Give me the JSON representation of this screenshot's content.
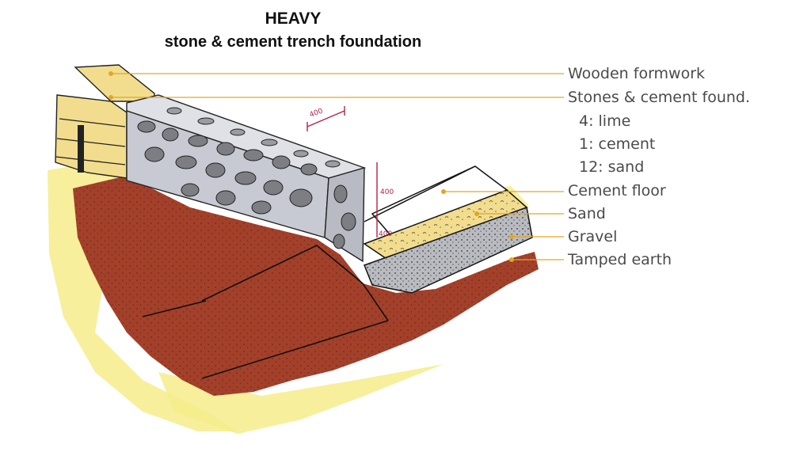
{
  "title": {
    "line1": "HEAVY",
    "line2": "stone & cement trench foundation"
  },
  "labels": {
    "wooden_formwork": "Wooden formwork",
    "stones_cement": "Stones & cement found.",
    "mix_lime": "4: lime",
    "mix_cement": "1: cement",
    "mix_sand": "12: sand",
    "cement_floor": "Cement floor",
    "sand": "Sand",
    "gravel": "Gravel",
    "tamped_earth": "Tamped earth"
  },
  "dimensions": {
    "width_mark": "400",
    "floor_height_mark": "400",
    "depth_mark": "400"
  },
  "colors": {
    "leader_line": "#e3a623",
    "earth": "#a3402a",
    "stone_wall": "#c7cad2",
    "stones": "#7d7e84",
    "sand": "#f2dd8e",
    "yellow_wash": "#f6ec8a",
    "gravel": "#b9bbc0",
    "dimension_ink": "#b0234a"
  }
}
